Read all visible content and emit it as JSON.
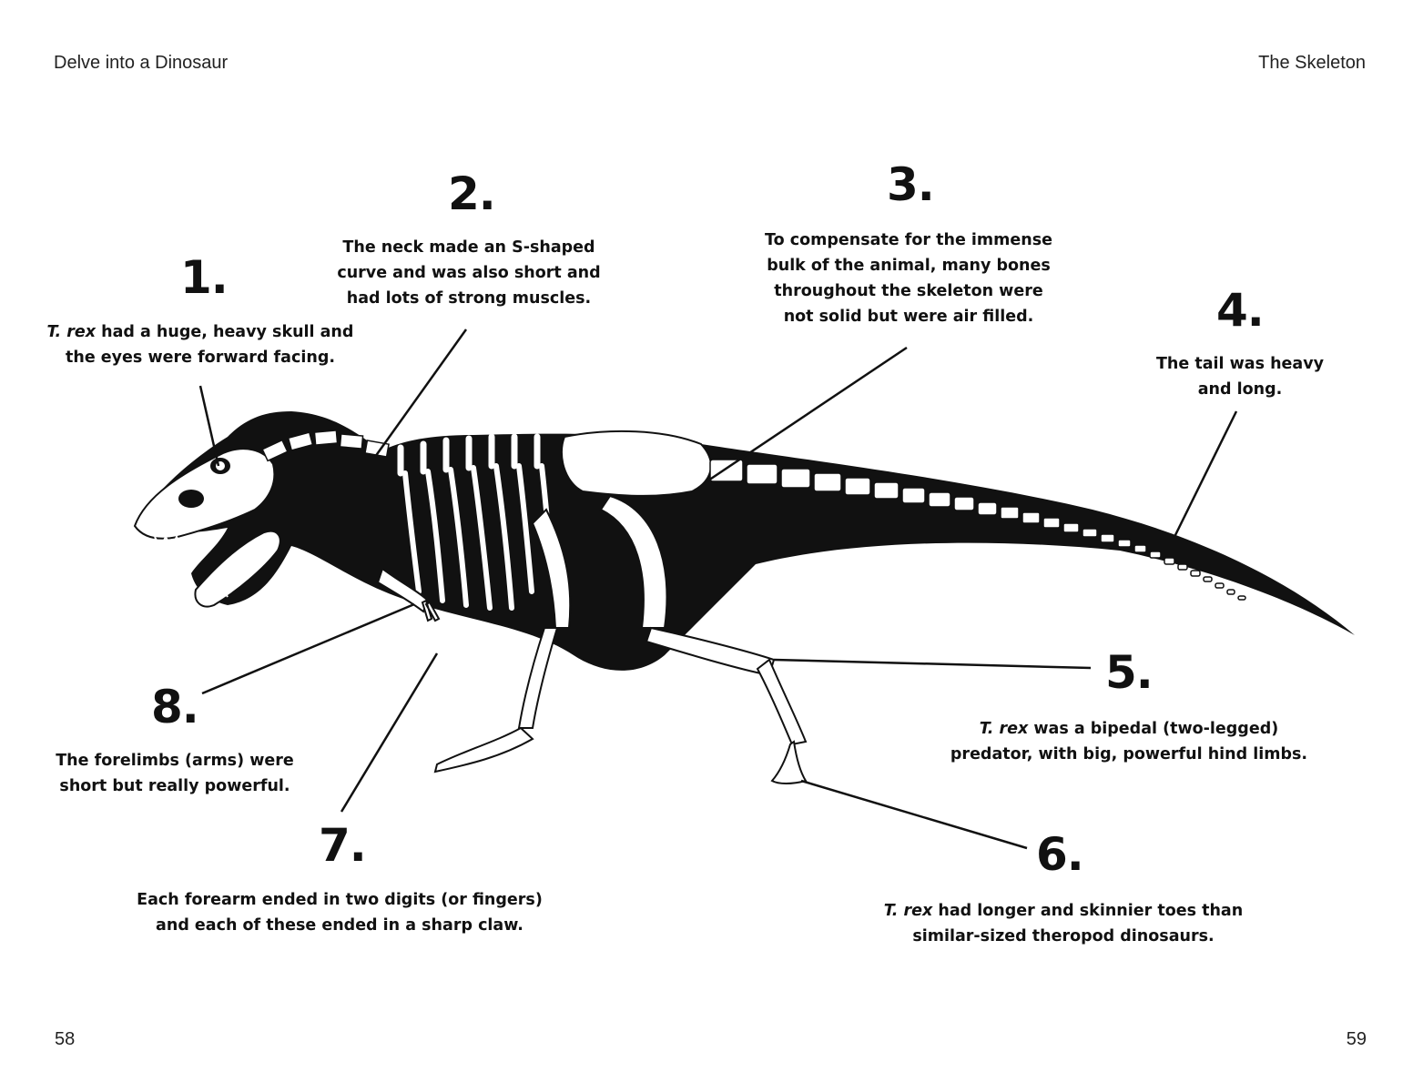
{
  "header": {
    "left": "Delve into a Dinosaur",
    "right": "The Skeleton"
  },
  "footer": {
    "page_left": "58",
    "page_right": "59"
  },
  "annotations": [
    {
      "number": "1.",
      "em": "T. rex",
      "text": " had a huge, heavy skull and the eyes were forward facing."
    },
    {
      "number": "2.",
      "em": "",
      "text": "The neck made an S-shaped curve and was also short and had lots of strong muscles."
    },
    {
      "number": "3.",
      "em": "",
      "text": "To compensate for the immense bulk of the animal, many bones throughout the skeleton were not solid but were air filled."
    },
    {
      "number": "4.",
      "em": "",
      "text": "The tail was heavy and long."
    },
    {
      "number": "5.",
      "em": "T. rex",
      "text": " was a bipedal (two-legged) predator, with big, powerful hind limbs."
    },
    {
      "number": "6.",
      "em": "T. rex",
      "text": " had longer and skinnier toes than similar-sized theropod dinosaurs."
    },
    {
      "number": "7.",
      "em": "",
      "text": "Each forearm ended in two digits (or fingers) and each of these ended in a sharp claw."
    },
    {
      "number": "8.",
      "em": "",
      "text": "The forelimbs (arms) were short but really powerful."
    }
  ],
  "colors": {
    "ink": "#111111",
    "bone": "#ffffff",
    "page": "#ffffff"
  }
}
